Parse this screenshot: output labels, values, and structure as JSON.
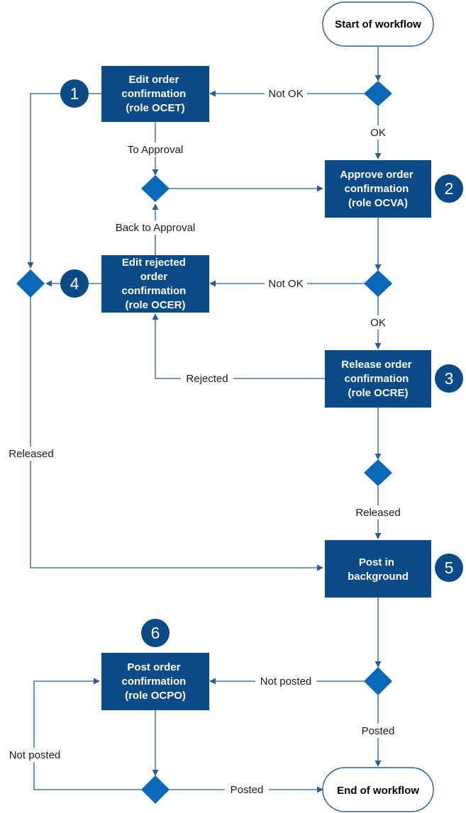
{
  "terminals": {
    "start": "Start of workflow",
    "end": "End of workflow"
  },
  "boxes": {
    "edit": [
      "Edit order",
      "confirmation",
      "(role OCET)"
    ],
    "approve": [
      "Approve order",
      "confirmation",
      "(role OCVA)"
    ],
    "rejected": [
      "Edit rejected",
      "order",
      "confirmation",
      "(role OCER)"
    ],
    "release": [
      "Release order",
      "confirmation",
      "(role OCRE)"
    ],
    "post_bg": [
      "Post in",
      "background"
    ],
    "post_order": [
      "Post order",
      "confirmation",
      "(role OCPO)"
    ]
  },
  "badges": {
    "edit": "1",
    "approve": "2",
    "release": "3",
    "rejected": "4",
    "post_bg": "5",
    "post_order": "6"
  },
  "labels": {
    "not_ok_1": "Not OK",
    "ok_1": "OK",
    "to_approval": "To Approval",
    "back_to_approval": "Back to Approval",
    "not_ok_2": "Not OK",
    "ok_2": "OK",
    "rejected": "Rejected",
    "released_left": "Released",
    "released_right": "Released",
    "not_posted_1": "Not posted",
    "posted_1": "Posted",
    "not_posted_2": "Not posted",
    "posted_2": "Posted"
  },
  "colors": {
    "box": "#0a4a86",
    "diamond": "#0a68b8",
    "line": "#2a5d95"
  }
}
